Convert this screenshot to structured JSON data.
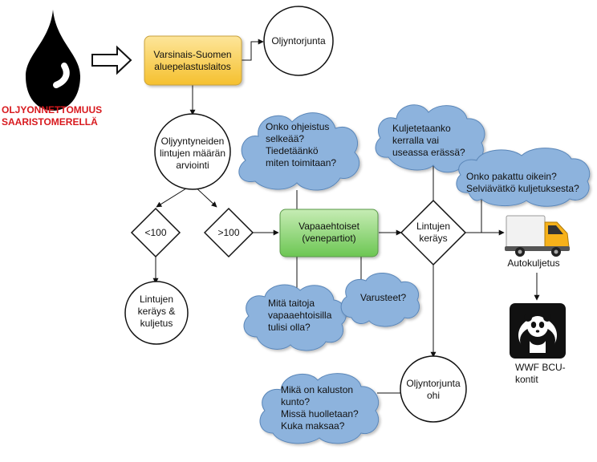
{
  "title_lines": [
    "OLJYONNETTOMUUS",
    "SAARISTOMERELLÄ"
  ],
  "colors": {
    "title_red": "#d8191e",
    "cloud_fill": "#8db3dd",
    "yellow_fill": "#fbd34c",
    "green_fill": "#8dd47a"
  },
  "nodes": {
    "rescue": [
      "Varsinais-Suomen",
      "aluepelastuslaitos"
    ],
    "oil_response": [
      "Oljyntorjunta"
    ],
    "assessment": [
      "Oljyyntyneiden",
      "lintujen määrän",
      "arviointi"
    ],
    "lt100": [
      "<100"
    ],
    "gt100": [
      ">100"
    ],
    "collect_transport": [
      "Lintujen",
      "keräys &",
      "kuljetus"
    ],
    "volunteers": [
      "Vapaaehtoiset",
      "(venepartiot)"
    ],
    "bird_collection": [
      "Lintujen",
      "keräys"
    ],
    "truck": [
      "Autokuljetus"
    ],
    "wwf": [
      "WWF BCU-",
      "kontit"
    ],
    "oil_response_over": [
      "Oljyntorjunta",
      "ohi"
    ]
  },
  "clouds": {
    "instructions": [
      "Onko ohjeistus",
      "selkeää?",
      "Tiedetäänkö",
      "miten toimitaan?"
    ],
    "transport_batches": [
      "Kuljetetaanko",
      "kerralla vai",
      "useassa erässä?"
    ],
    "packing": [
      "Onko pakattu oikein?",
      "Selviävätkö kuljetuksesta?"
    ],
    "skills": [
      "Mitä taitoja",
      "vapaaehtoisilla",
      "tulisi olla?"
    ],
    "equipment": [
      "Varusteet?"
    ],
    "equipment_maintenance": [
      "Mikä on kaluston",
      "kunto?",
      "Missä huolletaan?",
      "Kuka maksaa?"
    ]
  }
}
